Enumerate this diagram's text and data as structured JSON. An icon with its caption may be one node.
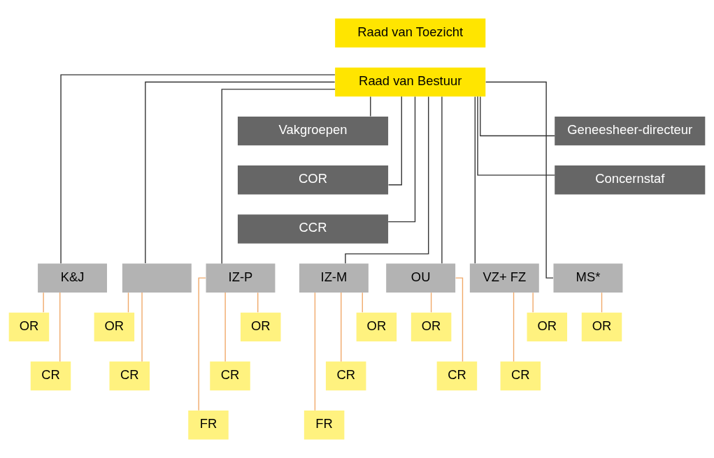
{
  "diagram": {
    "nodes": [
      {
        "text": [
          "Raad van Toezicht"
        ]
      },
      {
        "text": [
          "Raad van Bestuur"
        ]
      },
      {
        "text": [
          "Vakgroepen"
        ]
      },
      {
        "text": [
          "Geneesheer-directeur"
        ]
      },
      {
        "text": [
          "COR"
        ]
      },
      {
        "text": [
          "Concernstaf"
        ]
      },
      {
        "text": [
          "CCR"
        ]
      },
      {
        "text": [
          "K&J"
        ]
      },
      {
        "text": [],
        "shape": "box"
      },
      {
        "text": [
          "IZ-P"
        ]
      },
      {
        "text": [
          "IZ-M"
        ]
      },
      {
        "text": [
          "OU"
        ]
      },
      {
        "text": [
          "VZ+ FZ"
        ]
      },
      {
        "text": [
          "MS*"
        ]
      },
      {
        "text": [
          "OR"
        ]
      },
      {
        "text": [
          "CR"
        ]
      },
      {
        "text": [
          "OR"
        ]
      },
      {
        "text": [
          "CR"
        ]
      },
      {
        "text": [
          "OR"
        ]
      },
      {
        "text": [
          "CR"
        ]
      },
      {
        "text": [
          "FR"
        ]
      },
      {
        "text": [
          "OR"
        ]
      },
      {
        "text": [
          "CR"
        ]
      },
      {
        "text": [
          "FR"
        ]
      },
      {
        "text": [
          "OR"
        ]
      },
      {
        "text": [
          "CR"
        ]
      },
      {
        "text": [
          "OR"
        ]
      },
      {
        "text": [
          "CR"
        ]
      },
      {
        "text": [
          "OR"
        ]
      }
    ],
    "edges": [
      {
        "from": 1,
        "to": 2,
        "arrow": "none",
        "color": "#333333"
      },
      {
        "from": 1,
        "to": 3,
        "arrow": "none",
        "color": "#333333"
      },
      {
        "from": 1,
        "to": 4,
        "arrow": "none",
        "color": "#333333"
      },
      {
        "from": 1,
        "to": 5,
        "arrow": "none",
        "color": "#333333"
      },
      {
        "from": 1,
        "to": 6,
        "arrow": "none",
        "color": "#333333"
      },
      {
        "from": 1,
        "to": 7,
        "arrow": "none",
        "color": "#333333"
      },
      {
        "from": 1,
        "to": 8,
        "arrow": "none",
        "color": "#333333"
      },
      {
        "from": 1,
        "to": 9,
        "arrow": "none",
        "color": "#333333"
      },
      {
        "from": 1,
        "to": 10,
        "arrow": "none",
        "color": "#333333"
      },
      {
        "from": 1,
        "to": 11,
        "arrow": "none",
        "color": "#333333"
      },
      {
        "from": 1,
        "to": 12,
        "arrow": "none",
        "color": "#333333"
      },
      {
        "from": 1,
        "to": 13,
        "arrow": "none",
        "color": "#333333"
      },
      {
        "from": 7,
        "to": 14,
        "arrow": "none"
      },
      {
        "from": 7,
        "to": 15,
        "arrow": "none"
      },
      {
        "from": 8,
        "to": 16,
        "arrow": "none"
      },
      {
        "from": 8,
        "to": 17,
        "arrow": "none"
      },
      {
        "from": 9,
        "to": 18,
        "arrow": "none"
      },
      {
        "from": 9,
        "to": 19,
        "arrow": "none"
      },
      {
        "from": 9,
        "to": 20,
        "arrow": "none"
      },
      {
        "from": 10,
        "to": 21,
        "arrow": "none"
      },
      {
        "from": 10,
        "to": 22,
        "arrow": "none"
      },
      {
        "from": 10,
        "to": 23,
        "arrow": "none"
      },
      {
        "from": 11,
        "to": 24,
        "arrow": "none"
      },
      {
        "from": 11,
        "to": 25,
        "arrow": "none"
      },
      {
        "from": 12,
        "to": 26,
        "arrow": "none"
      },
      {
        "from": 12,
        "to": 27,
        "arrow": "none"
      },
      {
        "from": 13,
        "to": 28,
        "arrow": "none"
      }
    ]
  }
}
